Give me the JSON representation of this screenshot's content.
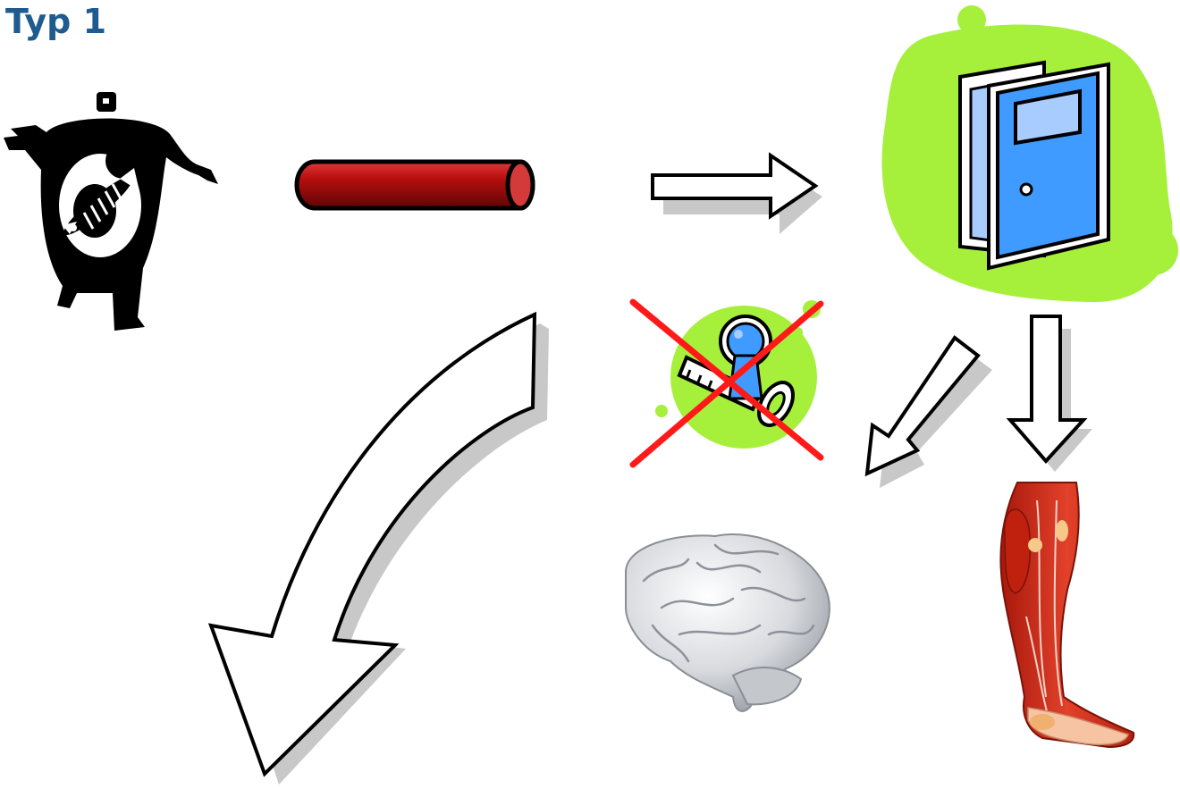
{
  "slide": {
    "title": "Typ 1"
  },
  "colors": {
    "title": "#1f5b8f",
    "lime": "#a6f03c",
    "door_blue": "#3f9bff",
    "door_window": "#a9ccff",
    "vessel_red": "#9a0b0b",
    "cross_red": "#ff1a1a",
    "muscle_red": "#d9311c"
  },
  "diagram": {
    "nodes": [
      {
        "id": "creature",
        "icon": "black-creature-with-fish-skeleton-icon"
      },
      {
        "id": "tube",
        "icon": "red-tube-vessel-icon"
      },
      {
        "id": "door",
        "icon": "open-door-icon"
      },
      {
        "id": "keyhole",
        "icon": "keyhole-key-icon",
        "crossed_out": true
      },
      {
        "id": "brain",
        "icon": "brain-icon"
      },
      {
        "id": "leg",
        "icon": "leg-muscles-icon"
      }
    ],
    "edges": [
      {
        "from": "tube",
        "to": "door",
        "icon": "right-arrow-icon"
      },
      {
        "from": "door",
        "to": "leg",
        "icon": "down-arrow-icon"
      },
      {
        "from": "door",
        "to": "brain",
        "icon": "diagonal-arrow-icon"
      },
      {
        "from": "tube",
        "to": "bottom-left",
        "icon": "curved-arrow-icon"
      }
    ]
  }
}
